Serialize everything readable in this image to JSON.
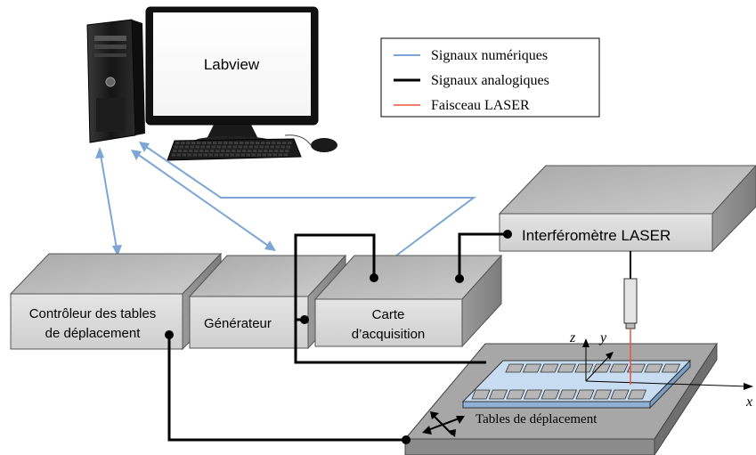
{
  "computer": {
    "screen_label": "Labview"
  },
  "legend": {
    "items": [
      {
        "label": "Signaux numériques",
        "color": "#7ea6d4"
      },
      {
        "label": "Signaux analogiques",
        "color": "#000000"
      },
      {
        "label": "Faisceau LASER",
        "color": "#e8553a"
      }
    ]
  },
  "boxes": {
    "controller_line1": "Contrôleur des tables",
    "controller_line2": "de déplacement",
    "generator": "Générateur",
    "acquisition_line1": "Carte",
    "acquisition_line2": "d’acquisition",
    "interferometer": "Interféromètre LASER"
  },
  "stage": {
    "label": "Tables de déplacement",
    "axis_x": "x",
    "axis_y": "y",
    "axis_z": "z"
  },
  "colors": {
    "digital": "#7ea6d4",
    "analog": "#000000",
    "laser": "#e8553a",
    "box_front": "#d9d9d9",
    "box_top": "#bdbdbd",
    "box_side": "#8c8c8c",
    "plate": "#c8dcf2"
  }
}
